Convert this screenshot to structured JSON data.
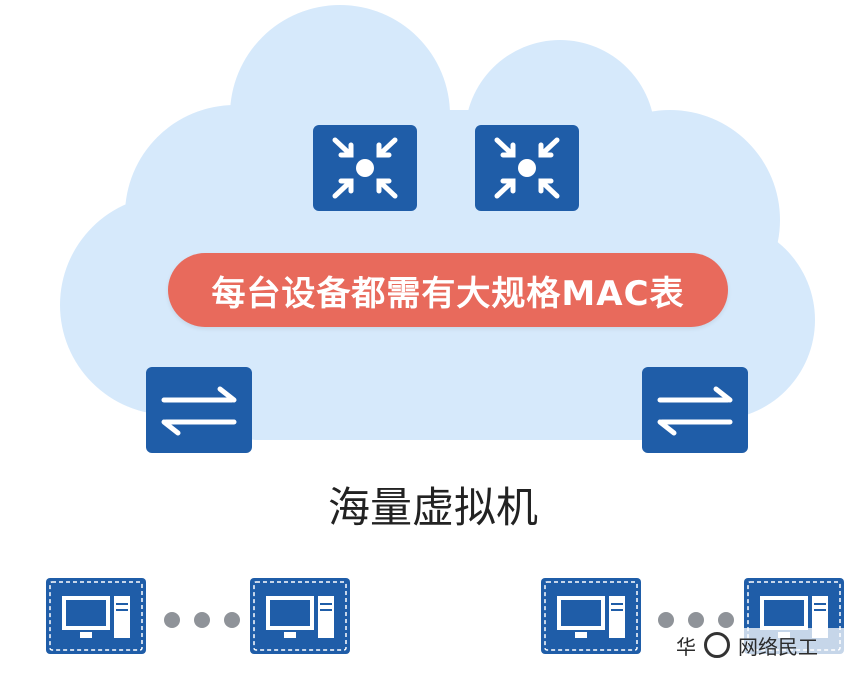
{
  "diagram": {
    "badge_text": "每台设备都需有大规格MAC表",
    "vm_label": "海量虚拟机",
    "watermark_text": "网络民工",
    "watermark_prefix": "华",
    "colors": {
      "cloud": "#d6e9fb",
      "device": "#1f5da8",
      "badge": "#e86a5c",
      "dots": "#8f9399"
    },
    "icons": [
      "core-switch-icon",
      "core-switch-icon",
      "access-switch-icon",
      "access-switch-icon",
      "server-icon",
      "server-icon",
      "server-icon",
      "server-icon"
    ]
  }
}
